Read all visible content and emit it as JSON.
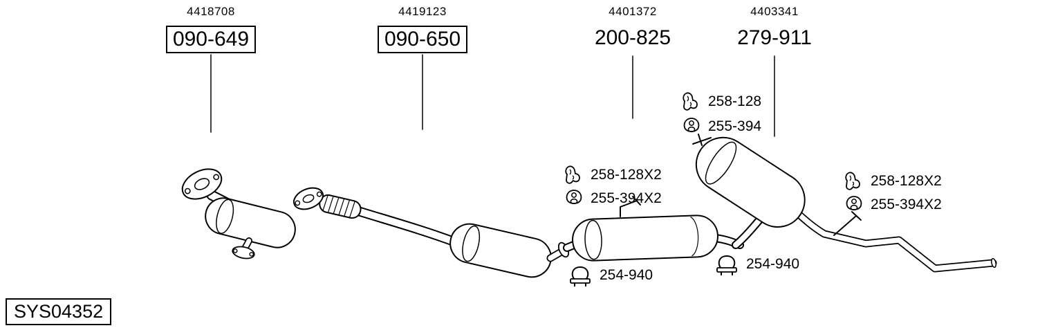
{
  "diagram": {
    "system_code": "SYS04352",
    "top_labels": [
      {
        "ref": "4418708",
        "part": "090-649",
        "boxed": true
      },
      {
        "ref": "4419123",
        "part": "090-650",
        "boxed": true
      },
      {
        "ref": "4401372",
        "part": "200-825",
        "boxed": false
      },
      {
        "ref": "4403341",
        "part": "279-911",
        "boxed": false
      }
    ],
    "annotations": [
      {
        "icon": "hanger-icon",
        "label": "258-128"
      },
      {
        "icon": "rubber-mount-icon",
        "label": "255-394"
      },
      {
        "icon": "hanger-icon",
        "label": "258-128X2"
      },
      {
        "icon": "rubber-mount-icon",
        "label": "255-394X2"
      },
      {
        "icon": "hanger-icon",
        "label": "258-128X2"
      },
      {
        "icon": "rubber-mount-icon",
        "label": "255-394X2"
      },
      {
        "icon": "pipe-clamp-icon",
        "label": "254-940"
      },
      {
        "icon": "pipe-clamp-icon",
        "label": "254-940"
      }
    ],
    "colors": {
      "line": "#000000",
      "background": "#ffffff"
    }
  }
}
